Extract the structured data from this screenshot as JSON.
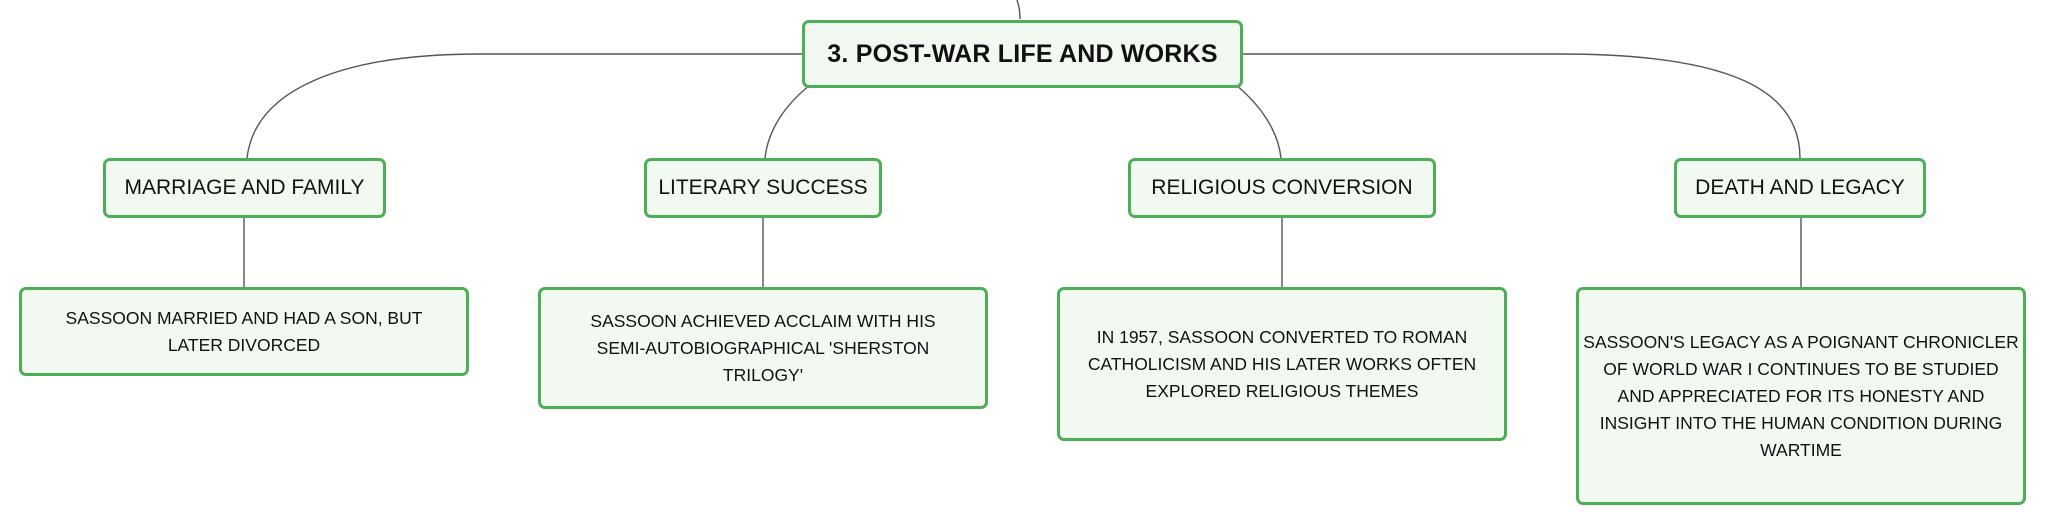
{
  "root": {
    "label": "3. POST-WAR LIFE AND WORKS"
  },
  "branches": [
    {
      "topic": "MARRIAGE AND FAMILY",
      "detail": "SASSOON MARRIED AND HAD A SON, BUT LATER DIVORCED"
    },
    {
      "topic": "LITERARY SUCCESS",
      "detail": "SASSOON ACHIEVED ACCLAIM WITH HIS SEMI-AUTOBIOGRAPHICAL 'SHERSTON TRILOGY'"
    },
    {
      "topic": "RELIGIOUS CONVERSION",
      "detail": "IN 1957, SASSOON CONVERTED TO ROMAN CATHOLICISM AND HIS LATER WORKS OFTEN EXPLORED RELIGIOUS THEMES"
    },
    {
      "topic": "DEATH AND LEGACY",
      "detail": "SASSOON'S LEGACY AS A POIGNANT CHRONICLER OF WORLD WAR I CONTINUES TO BE STUDIED AND APPRECIATED FOR ITS HONESTY AND INSIGHT INTO THE HUMAN CONDITION DURING WARTIME"
    }
  ],
  "colors": {
    "node_border": "#4caf58",
    "node_fill": "#f1f9f1",
    "connector": "#555555"
  }
}
